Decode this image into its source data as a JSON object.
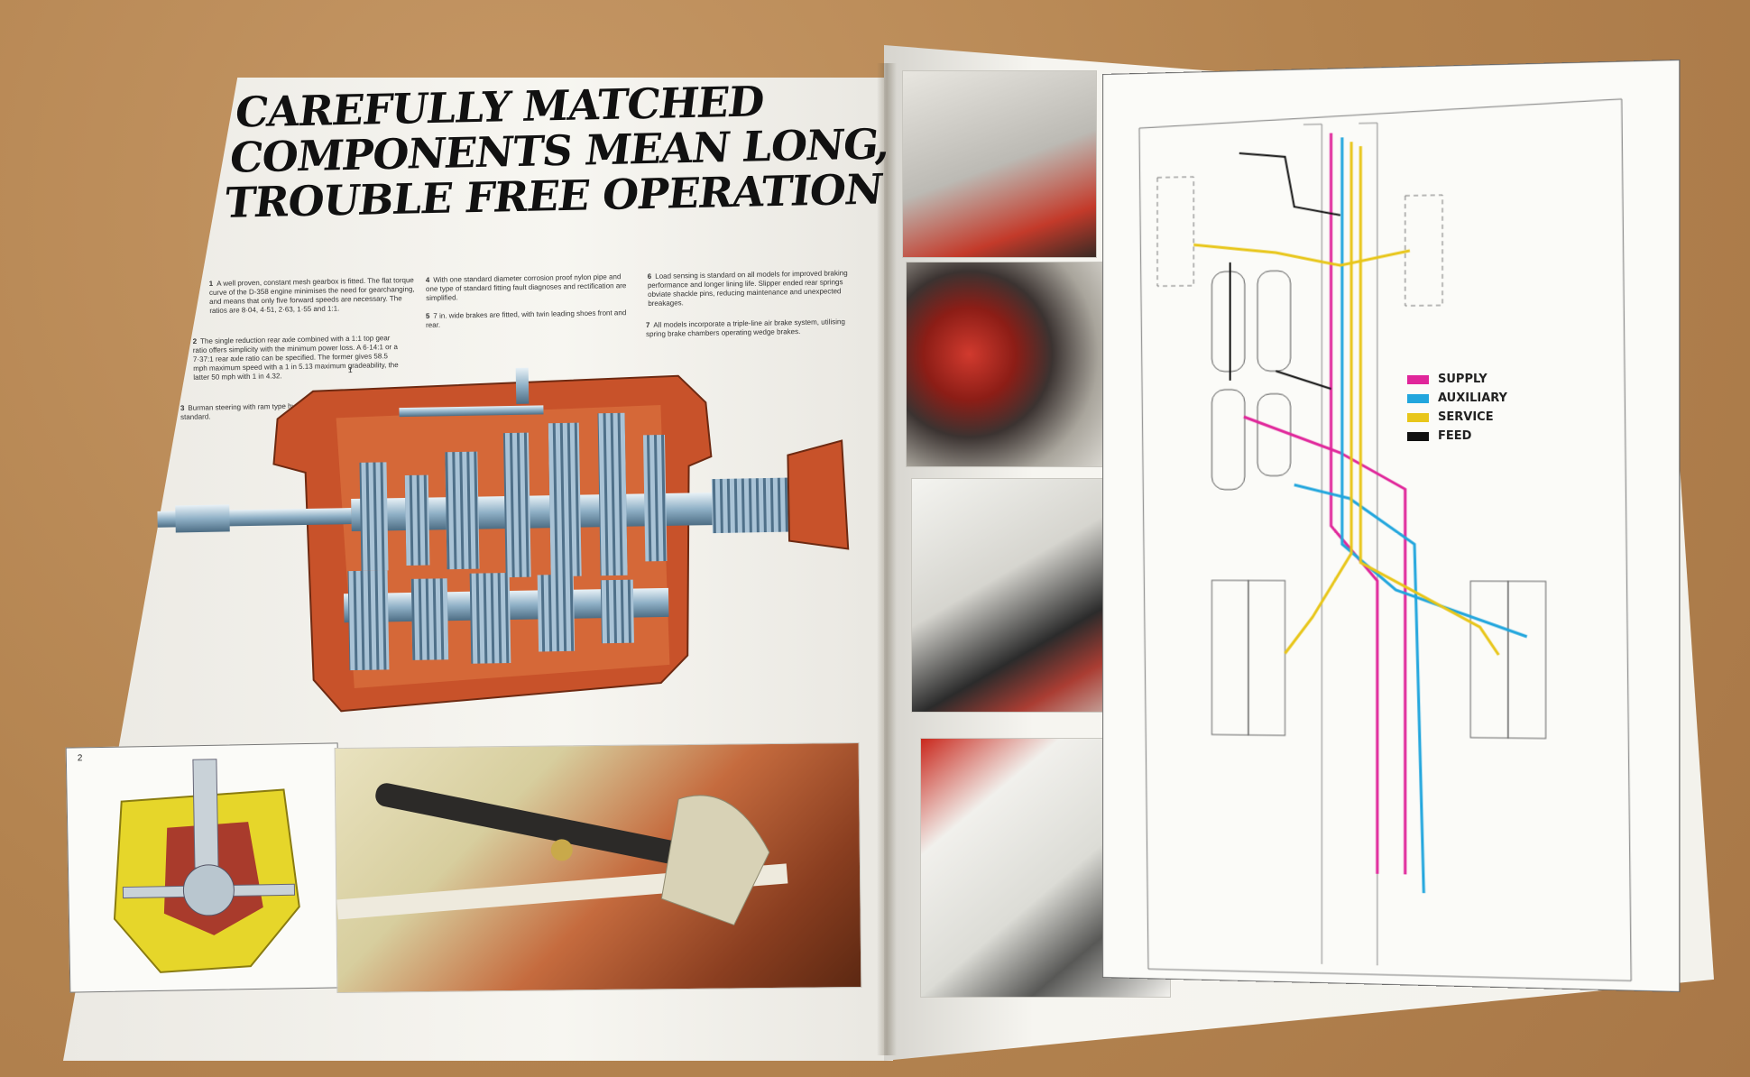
{
  "headline": {
    "line1": "CAREFULLY MATCHED",
    "line2": "COMPONENTS MEAN LONG,",
    "line3": "TROUBLE FREE OPERATION"
  },
  "features": [
    {
      "num": "1",
      "text": "A well proven, constant mesh gearbox is fitted. The flat torque curve of the D-358 engine minimises the need for gearchanging, and means that only five forward speeds are necessary. The ratios are 8·04, 4·51, 2·63, 1·55 and 1:1."
    },
    {
      "num": "2",
      "text": "The single reduction rear axle combined with a 1:1 top gear ratio offers simplicity with the minimum power loss. A 6·14:1 or a 7·37:1 rear axle ratio can be specified. The former gives 58.5 mph maximum speed with a 1 in 5.13 maximum gradeability, the latter 50 mph with 1 in 4.32."
    },
    {
      "num": "3",
      "text": "Burman steering with ram type hydraulic assistance is fitted as standard."
    },
    {
      "num": "4",
      "text": "With one standard diameter corrosion proof nylon pipe and one type of standard fitting fault diagnoses and rectification are simplified."
    },
    {
      "num": "5",
      "text": "7 in. wide brakes are fitted, with twin leading shoes front and rear."
    },
    {
      "num": "6",
      "text": "Load sensing is standard on all models for improved braking performance and longer lining life. Slipper ended rear springs obviate shackle pins, reducing maintenance and unexpected breakages."
    },
    {
      "num": "7",
      "text": "All models incorporate a triple-line air brake system, utilising spring brake chambers operating wedge brakes."
    }
  ],
  "figures": {
    "gearbox_callout": "1",
    "axle_callout": "2"
  },
  "legend": [
    {
      "label": "SUPPLY",
      "color": "#e0269a"
    },
    {
      "label": "AUXILIARY",
      "color": "#22a6dd"
    },
    {
      "label": "SERVICE",
      "color": "#e8c61a"
    },
    {
      "label": "FEED",
      "color": "#111111"
    }
  ],
  "colors": {
    "gearbox_casing": "#c8522a",
    "gear_steel": "#a9c3d6",
    "axle_casing": "#e6d62a"
  }
}
